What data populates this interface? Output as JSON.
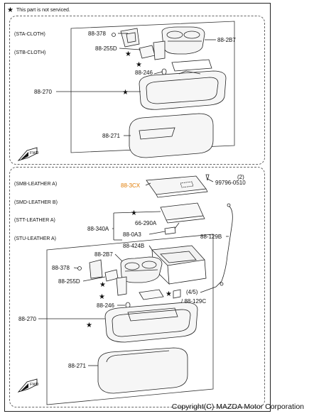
{
  "note": {
    "symbol": "★",
    "text": "This part is not serviced."
  },
  "groups": [
    {
      "lines": [
        "(STA-CLOTH)",
        "(STB-CLOTH)"
      ]
    },
    {
      "lines": [
        "(SMB-LEATHER A)",
        "(SMD-LEATHER B)",
        "(STT-LEATHER A)",
        "(STU-LEATHER A)"
      ]
    }
  ],
  "labels": {
    "top_378": "88-378",
    "top_2b7": "88-2B7",
    "top_255d": "88-255D",
    "top_246": "88-246",
    "top_270": "88-270",
    "top_271": "88-271",
    "bot_3cx": "88-3CX",
    "bot_qty": "(2)",
    "bot_99796": "99796-0510",
    "bot_340a": "88-340A",
    "bot_290a": "66-290A",
    "bot_0a3": "88-0A3",
    "bot_424b": "88-424B",
    "bot_129b": "88-129B",
    "bot_2b7": "88-2B7",
    "bot_378": "88-378",
    "bot_255d": "88-255D",
    "bot_246": "88-246",
    "bot_45": "(4/5)",
    "bot_129c": "/ 88-129C",
    "bot_270": "88-270",
    "bot_271": "88-271"
  },
  "fwd_text": "FWD",
  "copyright": "Copyright(C) MAZDA Motor Corporation",
  "colors": {
    "highlight": "#e07a00",
    "line": "#222222"
  }
}
